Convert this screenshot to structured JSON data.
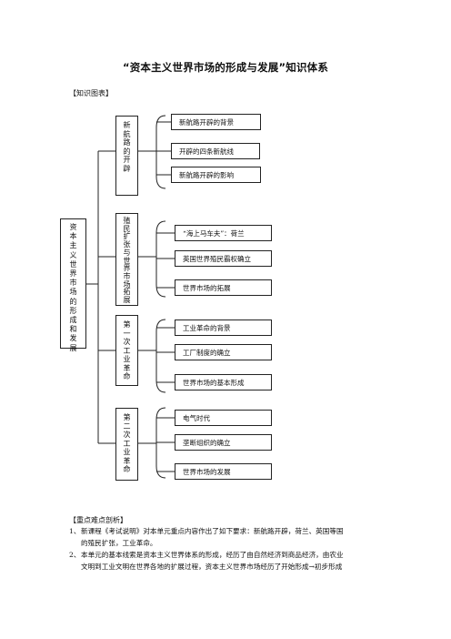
{
  "title": "“资本主义世界市场的形成与发展”知识体系",
  "section_chart": "【知识图表】",
  "root": "资本主义世界市场的形成和发展",
  "groups": [
    {
      "label": "新航路的开辟",
      "items": [
        "新航路开辟的背景",
        "开辟的四条新航线",
        "新航路开辟的影响"
      ]
    },
    {
      "label": "殖民扩张与世界市场拓展",
      "items": [
        "“海上马车夫”：荷兰",
        "英国世界殖民霸权确立",
        "世界市场的拓展"
      ]
    },
    {
      "label": "第一次工业革命",
      "items": [
        "工业革命的背景",
        "工厂制度的确立",
        "世界市场的基本形成"
      ]
    },
    {
      "label": "第二次工业革命",
      "items": [
        "电气时代",
        "垄断组织的确立",
        "世界市场的发展"
      ]
    }
  ],
  "section_analysis": "【重点难点剖析】",
  "points": [
    {
      "num": "1、",
      "line1": "新课程《考试说明》对本单元重点内容作出了如下要求：新航路开辟，荷兰、英国等国",
      "line2": "的殖民扩张，工业革命。"
    },
    {
      "num": "2、",
      "line1": "本单元的基本线索是资本主义世界体系的形成，经历了由自然经济到商品经济，由农业",
      "line2": "文明到工业文明在世界各地的扩展过程，资本主义世界市场经历了开始形成→初步形成"
    }
  ]
}
